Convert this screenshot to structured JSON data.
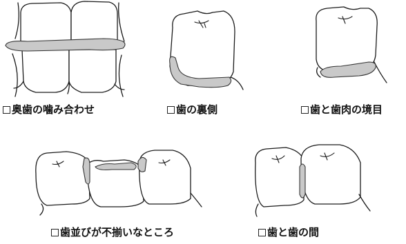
{
  "colors": {
    "highlight": "#c9c9c9",
    "outline": "#1a1a1a"
  },
  "icons": {
    "checkbox": "checkbox-icon"
  },
  "panels": [
    {
      "id": "bite",
      "label": "奥歯の噛み合わせ"
    },
    {
      "id": "back",
      "label": "歯の裏側"
    },
    {
      "id": "gumline",
      "label": "歯と歯肉の境目"
    },
    {
      "id": "crooked",
      "label": "歯並びが不揃いなところ"
    },
    {
      "id": "between",
      "label": "歯と歯の間"
    }
  ]
}
